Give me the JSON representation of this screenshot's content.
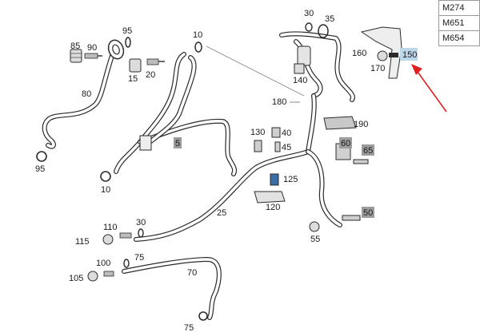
{
  "engines": [
    "M274",
    "M651",
    "M654"
  ],
  "callouts": {
    "c85": "85",
    "c90": "90",
    "c95a": "95",
    "c80": "80",
    "c95b": "95",
    "c10a": "10",
    "c15": "15",
    "c20": "20",
    "c5": "5",
    "c10b": "10",
    "c30a": "30",
    "c35": "35",
    "c140": "140",
    "c180": "180",
    "c160": "160",
    "c170": "170",
    "c150": "150",
    "c190": "190",
    "c130": "130",
    "c40": "40",
    "c45": "45",
    "c60": "60",
    "c65": "65",
    "c125": "125",
    "c120": "120",
    "c25": "25",
    "c50": "50",
    "c55": "55",
    "c110": "110",
    "c30b": "30",
    "c115": "115",
    "c100": "100",
    "c75a": "75",
    "c105": "105",
    "c70": "70",
    "c75b": "75"
  },
  "colors": {
    "highlight": "#bcd6ea",
    "gray_label_box": "#9c9c9c",
    "arrow": "#e02020",
    "line": "#2b2b2b"
  }
}
